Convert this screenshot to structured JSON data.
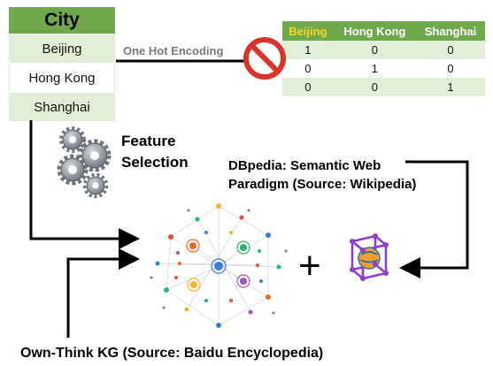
{
  "city_table": {
    "header": "City",
    "rows": [
      "Beijing",
      "Hong Kong",
      "Shanghai"
    ]
  },
  "one_hot": {
    "label": "One Hot Encoding",
    "columns": [
      "Beijing",
      "Hong Kong",
      "Shanghai"
    ],
    "rows": [
      [
        "1",
        "0",
        "0"
      ],
      [
        "0",
        "1",
        "0"
      ],
      [
        "0",
        "0",
        "1"
      ]
    ]
  },
  "feature_selection": {
    "line1": "Feature",
    "line2": "Selection"
  },
  "dbpedia": {
    "line1": "DBpedia: Semantic Web",
    "line2": "Paradigm (Source: Wikipedia)"
  },
  "ownthink": {
    "label": "Own-Think KG (Source: Baidu Encyclopedia)"
  },
  "plus_symbol": "+",
  "colors": {
    "header_green": "#6fa94b",
    "row_light_green": "#e3eed8",
    "beijing_header_yellow": "#f5d327",
    "prohibit_red": "#d9342b",
    "cube_purple": "#8a3fd1"
  },
  "icons": [
    "prohibited-icon",
    "gears-icon",
    "knowledge-graph-network-icon",
    "semantic-web-cube-icon"
  ]
}
